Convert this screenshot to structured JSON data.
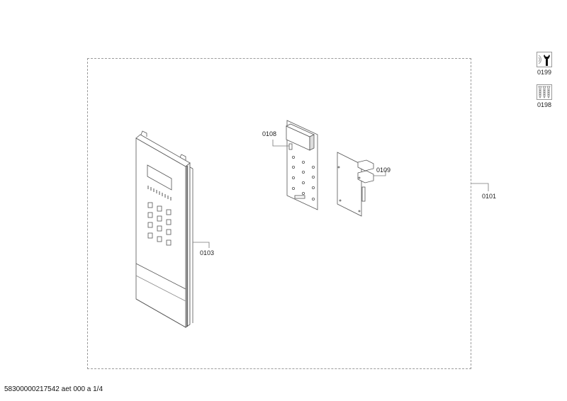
{
  "diagram": {
    "type": "exploded-parts-view",
    "frame_label": "0101",
    "parts": [
      {
        "id": "0103",
        "description": "control-panel-fascia"
      },
      {
        "id": "0108",
        "description": "control-board-with-display"
      },
      {
        "id": "0109",
        "description": "power-board"
      }
    ]
  },
  "callouts": {
    "c0101": "0101",
    "c0103": "0103",
    "c0108": "0108",
    "c0109": "0109"
  },
  "legend": {
    "items": [
      {
        "code": "0199",
        "icon": "wrench-icon"
      },
      {
        "code": "0198",
        "icon": "screws-icon"
      }
    ]
  },
  "footer": {
    "text": "58300000217542 aet 000 a 1/4"
  },
  "colors": {
    "line": "#555555",
    "dash": "#9a9a9a",
    "text": "#222222"
  }
}
